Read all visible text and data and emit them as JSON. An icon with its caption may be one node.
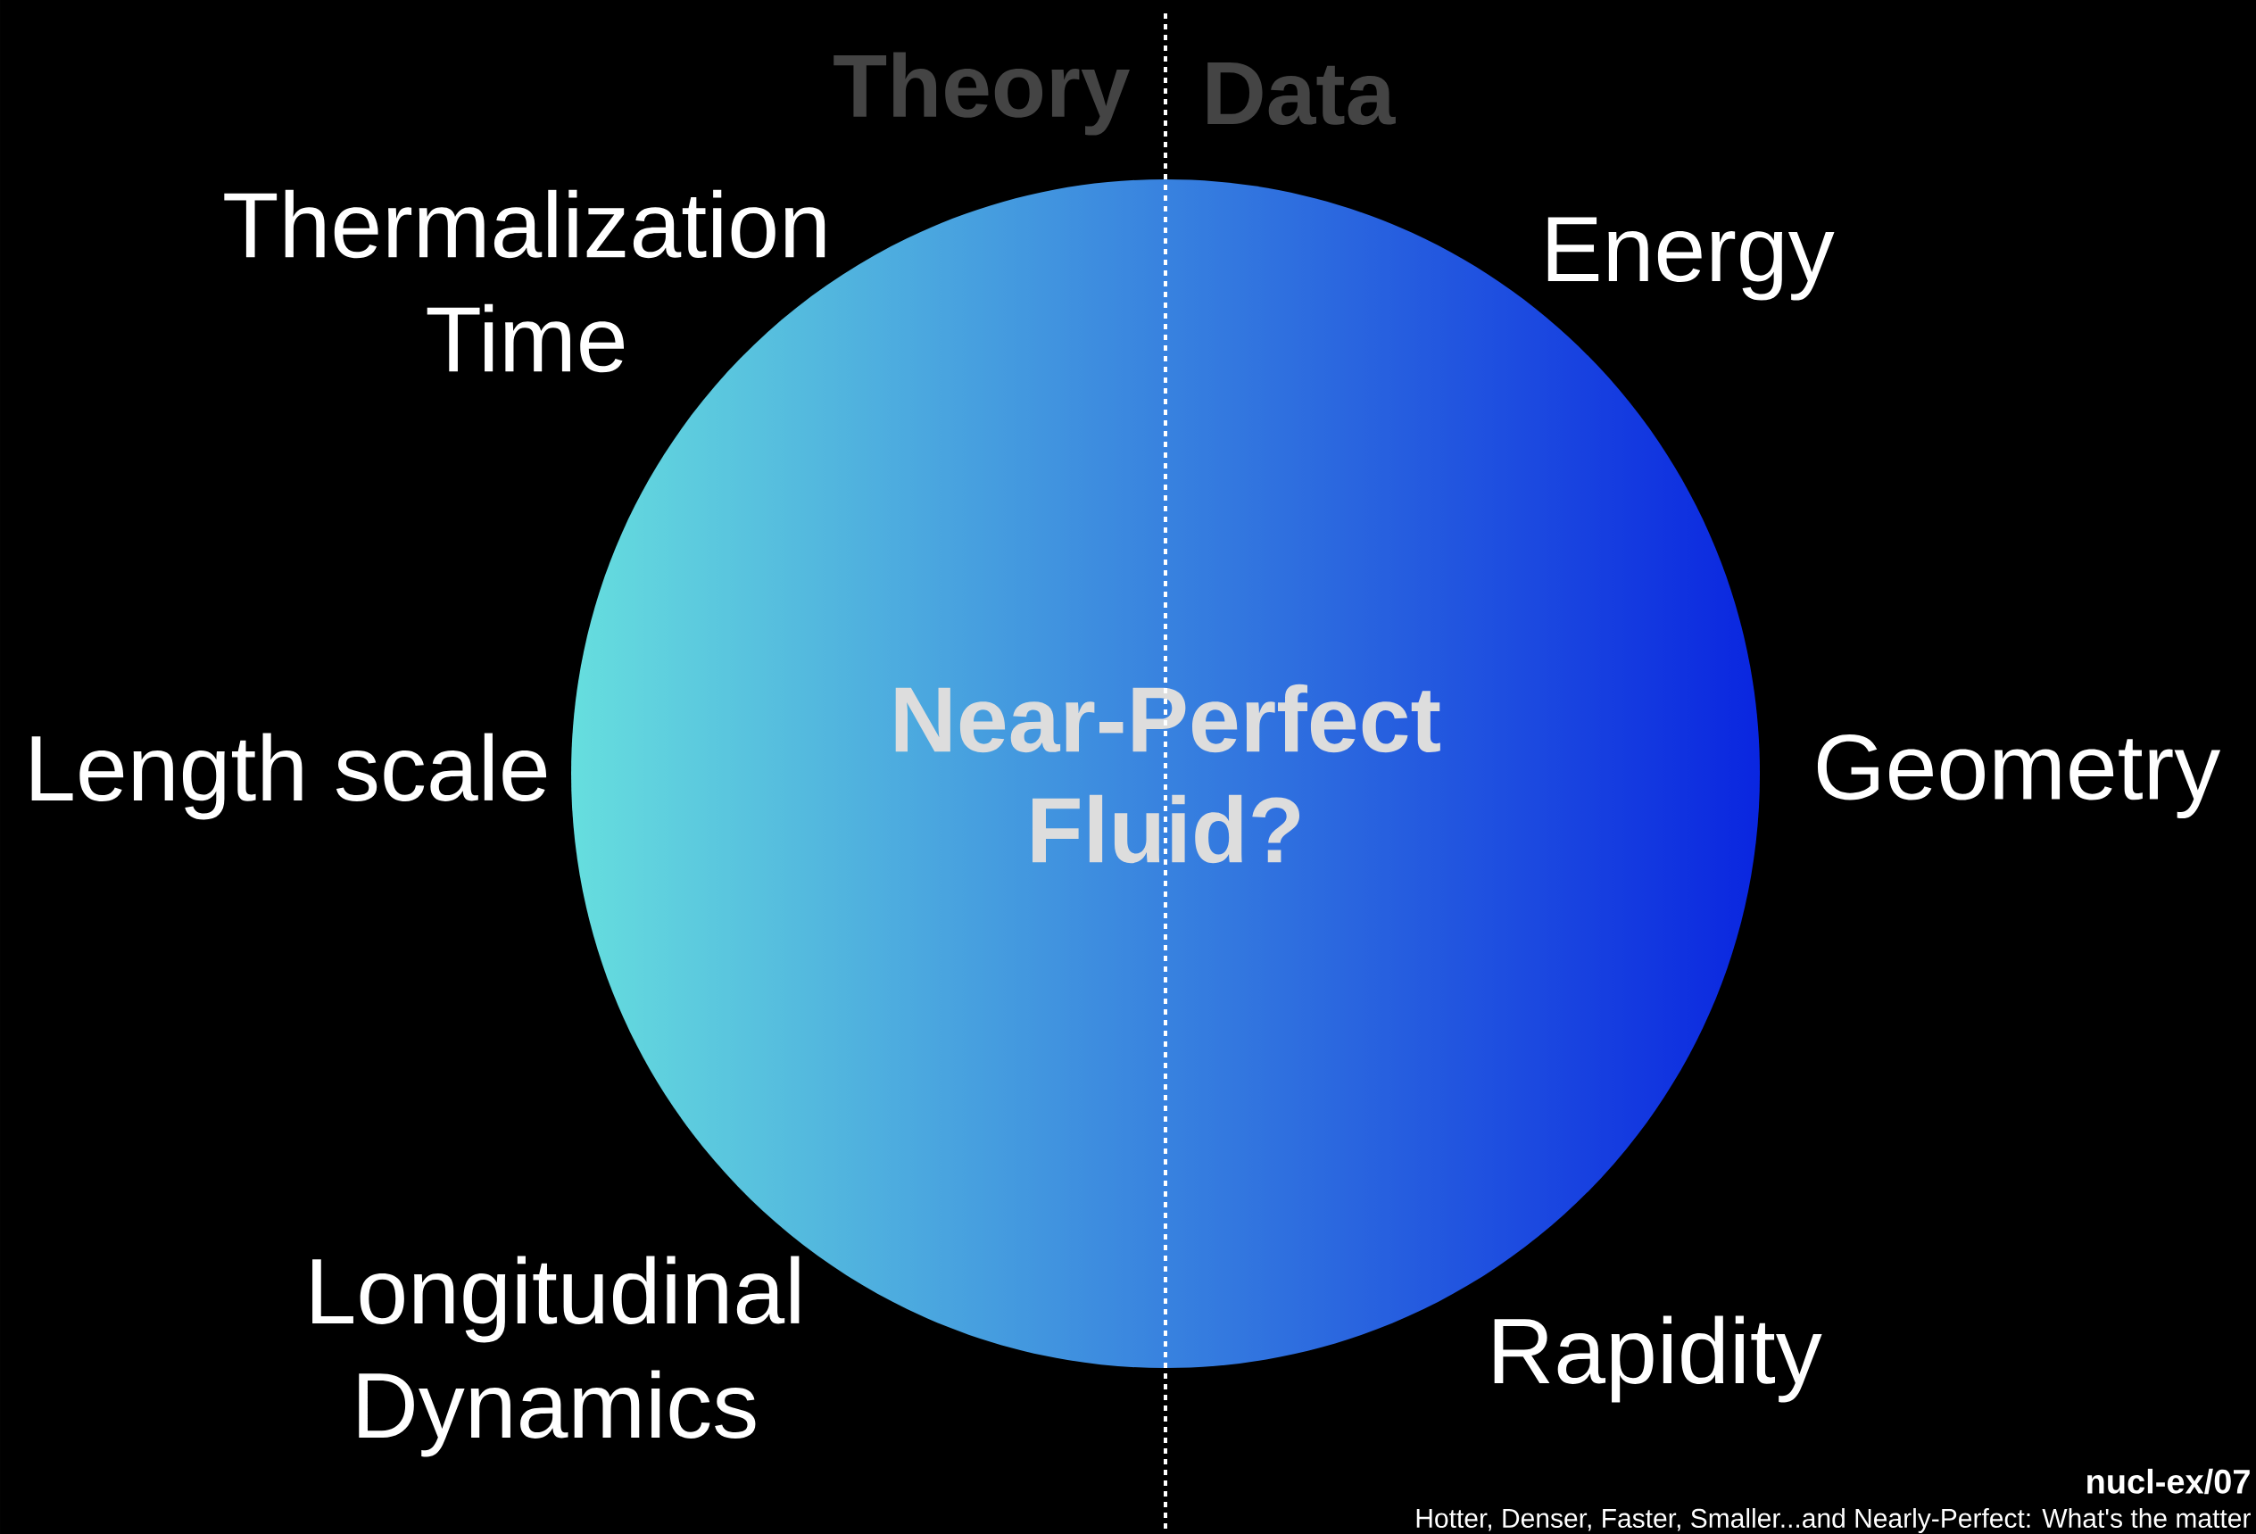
{
  "diagram": {
    "nodes": [
      {
        "text": [
          "Near-Perfect Fluid?"
        ]
      }
    ],
    "labels": [
      "Theory",
      "Data",
      "Thermalization Time",
      "Energy",
      "Length scale",
      "Geometry",
      "Longitudinal Dynamics",
      "Rapidity",
      "nucl-ex/07",
      "Hotter, Denser, Faster, Smaller...and Nearly-Perfect: What's the matter"
    ]
  }
}
